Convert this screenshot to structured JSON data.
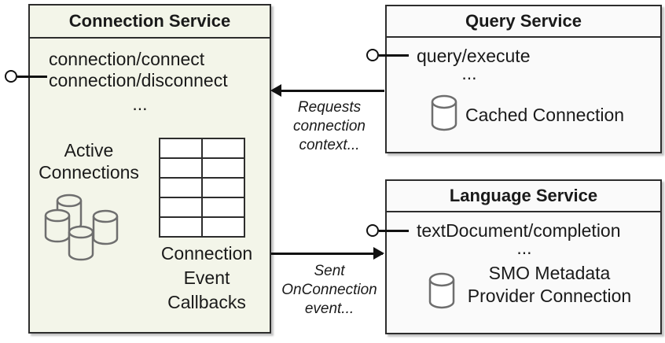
{
  "connection_service": {
    "title": "Connection Service",
    "methods": "connection/connect\nconnection/disconnect",
    "methods_ellipsis": "...",
    "active_connections_label": "Active\nConnections",
    "callbacks_label": "Connection\nEvent\nCallbacks"
  },
  "query_service": {
    "title": "Query Service",
    "method": "query/execute",
    "method_ellipsis": "...",
    "cached_connection_label": "Cached Connection"
  },
  "language_service": {
    "title": "Language Service",
    "method": "textDocument/completion",
    "method_ellipsis": "...",
    "smo_connection_label": "SMO Metadata\nProvider Connection"
  },
  "relations": {
    "requests_connection_label": "Requests\nconnection\ncontext...",
    "sent_onconnection_label": "Sent\nOnConnection\nevent..."
  },
  "colors": {
    "connection_box_fill": "#f3f5e9",
    "service_box_fill": "#fafafa",
    "border": "#2d2d2d",
    "cylinder_stroke": "#6e6e6e"
  }
}
